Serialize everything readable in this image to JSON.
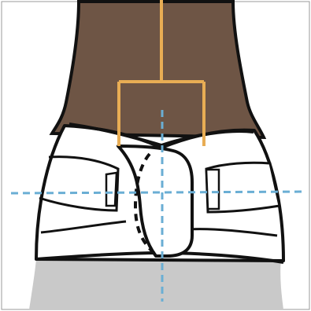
{
  "background_text": "",
  "colors": {
    "background": "#ffffff",
    "torso": "#6e5545",
    "outline": "#111111",
    "belt": "#ffffff",
    "hip_area": "#c9c9c9",
    "bracket": "#e8ad54",
    "guide_line": "#6aaed4",
    "frame_border": "#999999"
  },
  "icons": {
    "bracket": "yellow-alignment-bracket",
    "vertical_guide": "dashed-blue-centerline",
    "horizontal_guide": "dashed-blue-horizontal-line"
  }
}
